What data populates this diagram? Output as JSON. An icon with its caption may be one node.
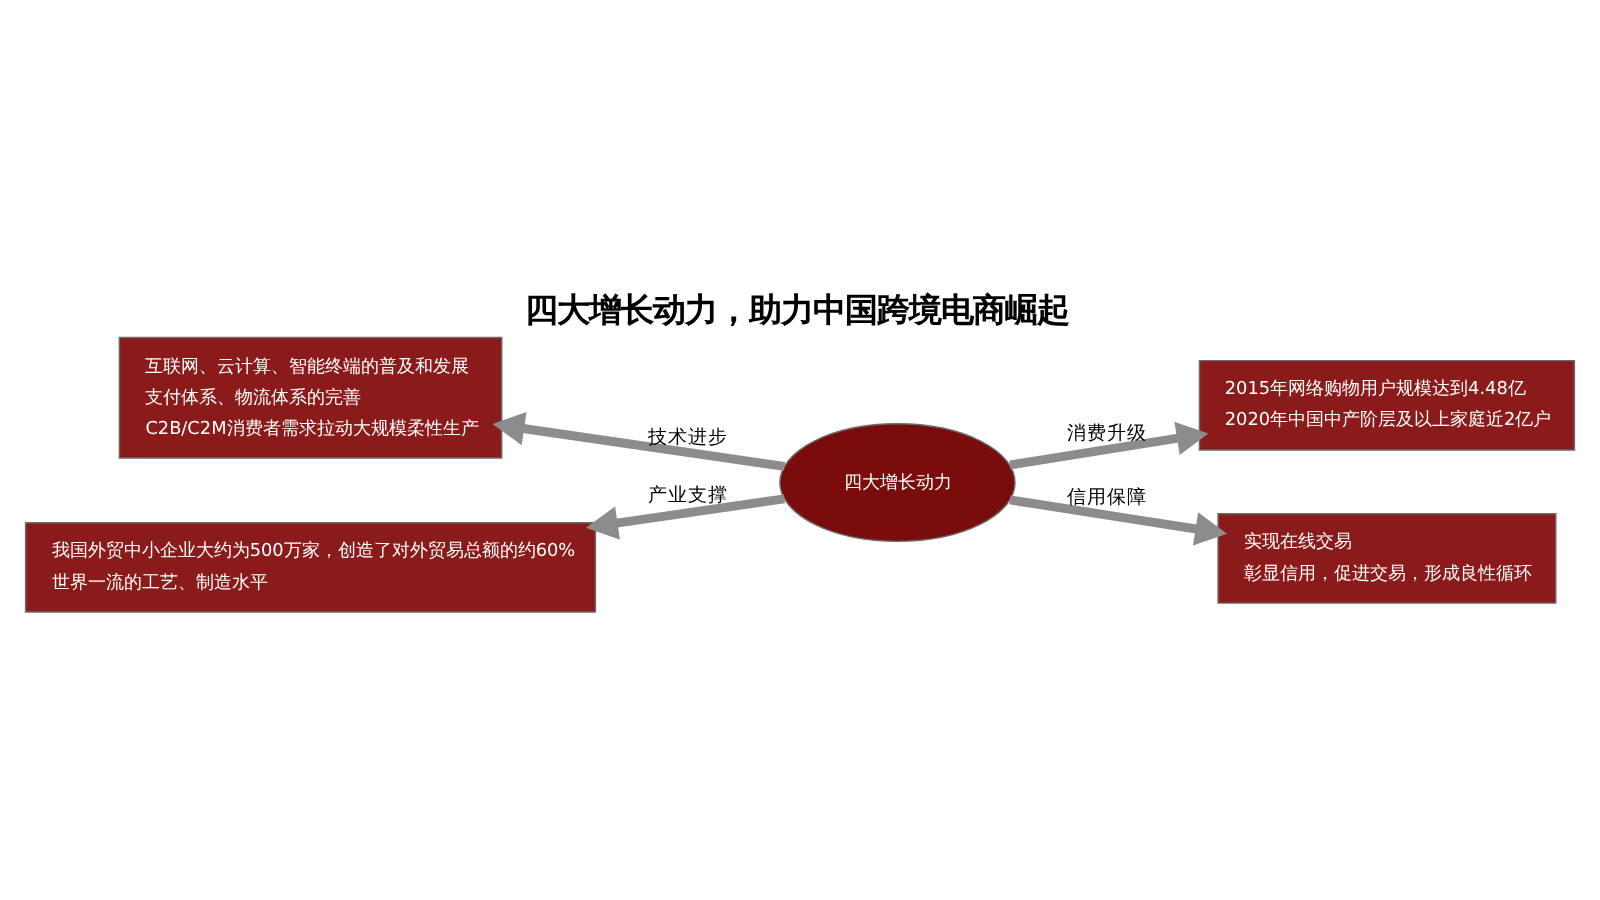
{
  "diagram": {
    "title": "四大增长动力，助力中国跨境电商崛起",
    "nodes": [
      {
        "text": [
          "互联网、云计算、智能终端的普及和发展",
          "支付体系、物流体系的完善",
          "C2B/C2M消费者需求拉动大规模柔性生产"
        ]
      },
      {
        "text": [
          "2015年网络购物用户规模达到4.48亿",
          "2020年中国中产阶层及以上家庭近2亿户"
        ]
      },
      {
        "text": [
          "四大增长动力"
        ]
      },
      {
        "text": [
          "我国外贸中小企业大约为500万家，创造了对外贸易总额的约60%",
          "世界一流的工艺、制造水平"
        ]
      },
      {
        "text": [
          "实现在线交易",
          "彰显信用，促进交易，形成良性循环"
        ]
      }
    ],
    "edges": [
      {
        "from": 2,
        "to": 0,
        "arrow": "to",
        "label": "技术进步"
      },
      {
        "from": 2,
        "to": 1,
        "arrow": "to",
        "label": "消费升级"
      },
      {
        "from": 2,
        "to": 3,
        "arrow": "to",
        "label": "产业支撑"
      },
      {
        "from": 2,
        "to": 4,
        "arrow": "to",
        "label": "信用保障"
      }
    ]
  }
}
